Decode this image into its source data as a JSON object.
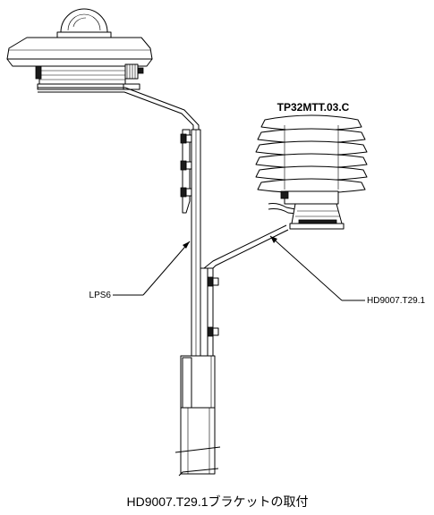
{
  "labels": {
    "sensor_model": "TP32MTT.03.C",
    "mast_label": "LPS6",
    "bracket_label": "HD9007.T29.1",
    "caption": "HD9007.T29.1ブラケットの取付"
  },
  "colors": {
    "line": "#000000",
    "background": "#ffffff",
    "dark_fill": "#1a1a1a"
  }
}
